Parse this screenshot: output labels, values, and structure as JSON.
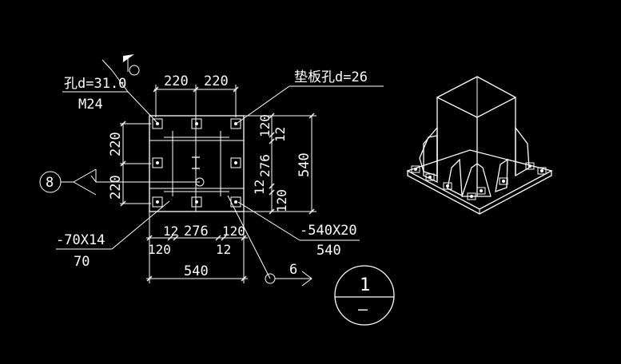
{
  "drawing": {
    "callouts": {
      "bolt_hole": "孔d=31.0",
      "bolt_size": "M24",
      "washer_hole": "垫板孔d=26",
      "stiffener_top": "-70X14",
      "stiffener_bottom": "70",
      "plate_top": "-540X20",
      "plate_bottom": "540"
    },
    "weld_symbol": {
      "reference": "8",
      "size": "6"
    },
    "dimensions": {
      "top_left": "220",
      "top_right": "220",
      "left_upper": "220",
      "left_lower": "220",
      "right_top": "120",
      "right_top_small": "12",
      "right_middle": "276",
      "right_bottom_small": "12",
      "right_bottom": "120",
      "right_overall": "540",
      "bottom_small_left": "12",
      "bottom_middle": "276",
      "bottom_right": "120",
      "bottom_left": "120",
      "bottom_small_right": "12",
      "bottom_overall": "540"
    },
    "section_mark": {
      "number": "1",
      "sheet": "—"
    },
    "colors": {
      "background": "#000000",
      "lines": "#ffffff"
    }
  }
}
